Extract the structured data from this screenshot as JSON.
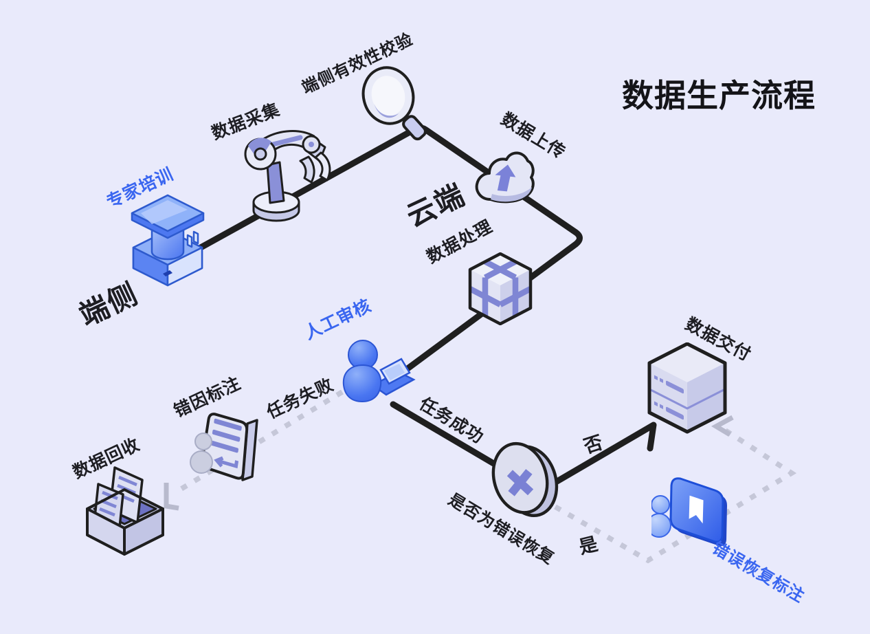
{
  "title": "数据生产流程",
  "regions": {
    "edge": {
      "label": "端侧"
    },
    "cloud": {
      "label": "云端"
    }
  },
  "nodes": {
    "expert_training": {
      "label": "专家培训",
      "emphasis": "blue"
    },
    "data_collection": {
      "label": "数据采集"
    },
    "edge_validation": {
      "label": "端侧有效性校验"
    },
    "data_upload": {
      "label": "数据上传"
    },
    "data_processing": {
      "label": "数据处理"
    },
    "manual_review": {
      "label": "人工审核",
      "emphasis": "blue"
    },
    "error_cause_annotation": {
      "label": "错因标注"
    },
    "data_recycle": {
      "label": "数据回收"
    },
    "recovery_decision": {
      "label": "是否为错误恢复"
    },
    "data_delivery": {
      "label": "数据交付"
    },
    "error_recovery_annotation": {
      "label": "错误恢复标注",
      "emphasis": "blue"
    }
  },
  "edges": {
    "task_failed": {
      "label": "任务失败"
    },
    "task_succeeded": {
      "label": "任务成功"
    },
    "decision_no": {
      "label": "否"
    },
    "decision_yes": {
      "label": "是"
    }
  },
  "colors": {
    "background": "#e9eafb",
    "accent_blue": "#3a66f0",
    "line_black": "#1f1f1f",
    "dotted_gray": "#c5c7d8",
    "icon_lavender": "#e4e6f6",
    "icon_purple": "#7f86d4"
  }
}
